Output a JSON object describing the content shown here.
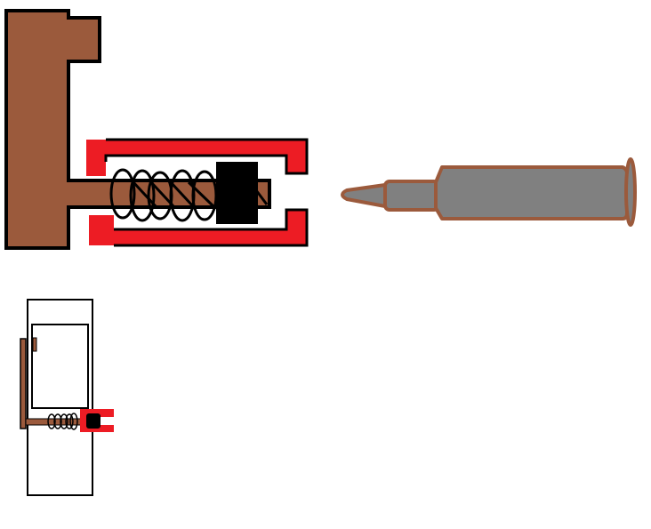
{
  "colors": {
    "wood_brown": "#9b5a3c",
    "housing_red": "#ed1c24",
    "outline_black": "#000000",
    "cartridge_gray": "#808080",
    "background": "#ffffff"
  },
  "parts": [
    "striker-frame",
    "spring",
    "firing-block",
    "red-housing",
    "cartridge",
    "small-assembly-view"
  ]
}
